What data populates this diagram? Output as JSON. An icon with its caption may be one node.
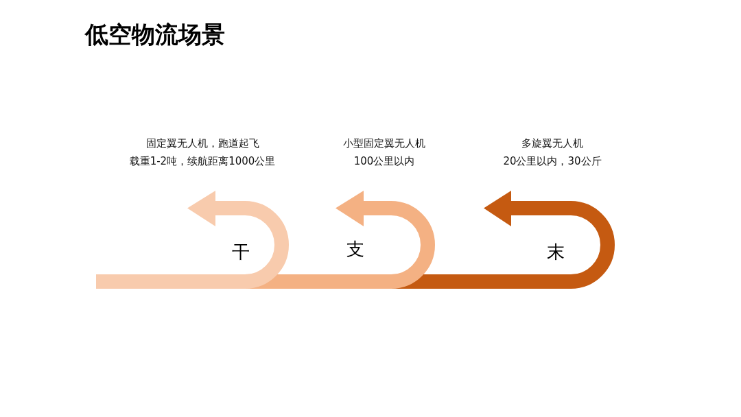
{
  "diagram": {
    "title": "低空物流场景",
    "nodes": [
      {
        "text": [
          "干"
        ],
        "beside": [
          "固定翼无人机，跑道起飞",
          "载重1-2吨，续航距离1000公里"
        ]
      },
      {
        "text": [
          "支"
        ],
        "beside": [
          "小型固定翼无人机",
          "100公里以内"
        ]
      },
      {
        "text": [
          "末"
        ],
        "beside": [
          "多旋翼无人机",
          "20公里以内，30公斤"
        ]
      }
    ]
  }
}
